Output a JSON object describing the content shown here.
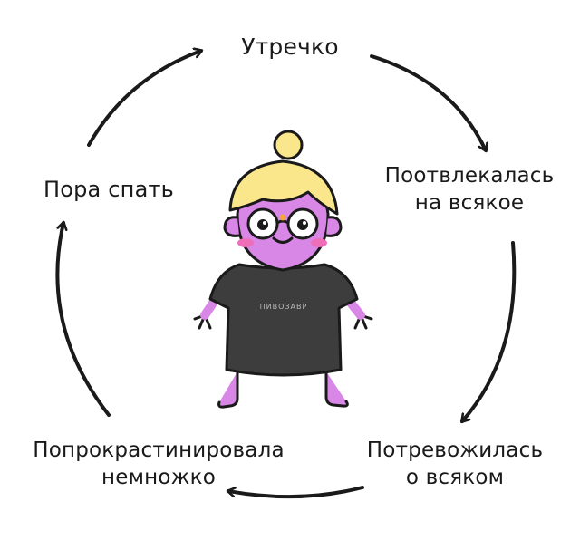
{
  "cycle": {
    "steps": [
      {
        "lines": [
          "Утречко"
        ]
      },
      {
        "lines": [
          "Поотвлекалась",
          "на всякое"
        ]
      },
      {
        "lines": [
          "Потревожилась",
          "о всяком"
        ]
      },
      {
        "lines": [
          "Попрокрастинировала",
          "немножко"
        ]
      },
      {
        "lines": [
          "Пора спать"
        ]
      }
    ]
  },
  "character": {
    "shirt_text": "ПИВОЗАВР",
    "colors": {
      "skin": "#d887e6",
      "hair": "#fbe78b",
      "shirt": "#3d3d3d",
      "blush": "#ee6fb8",
      "outline": "#1a1a1a"
    }
  }
}
